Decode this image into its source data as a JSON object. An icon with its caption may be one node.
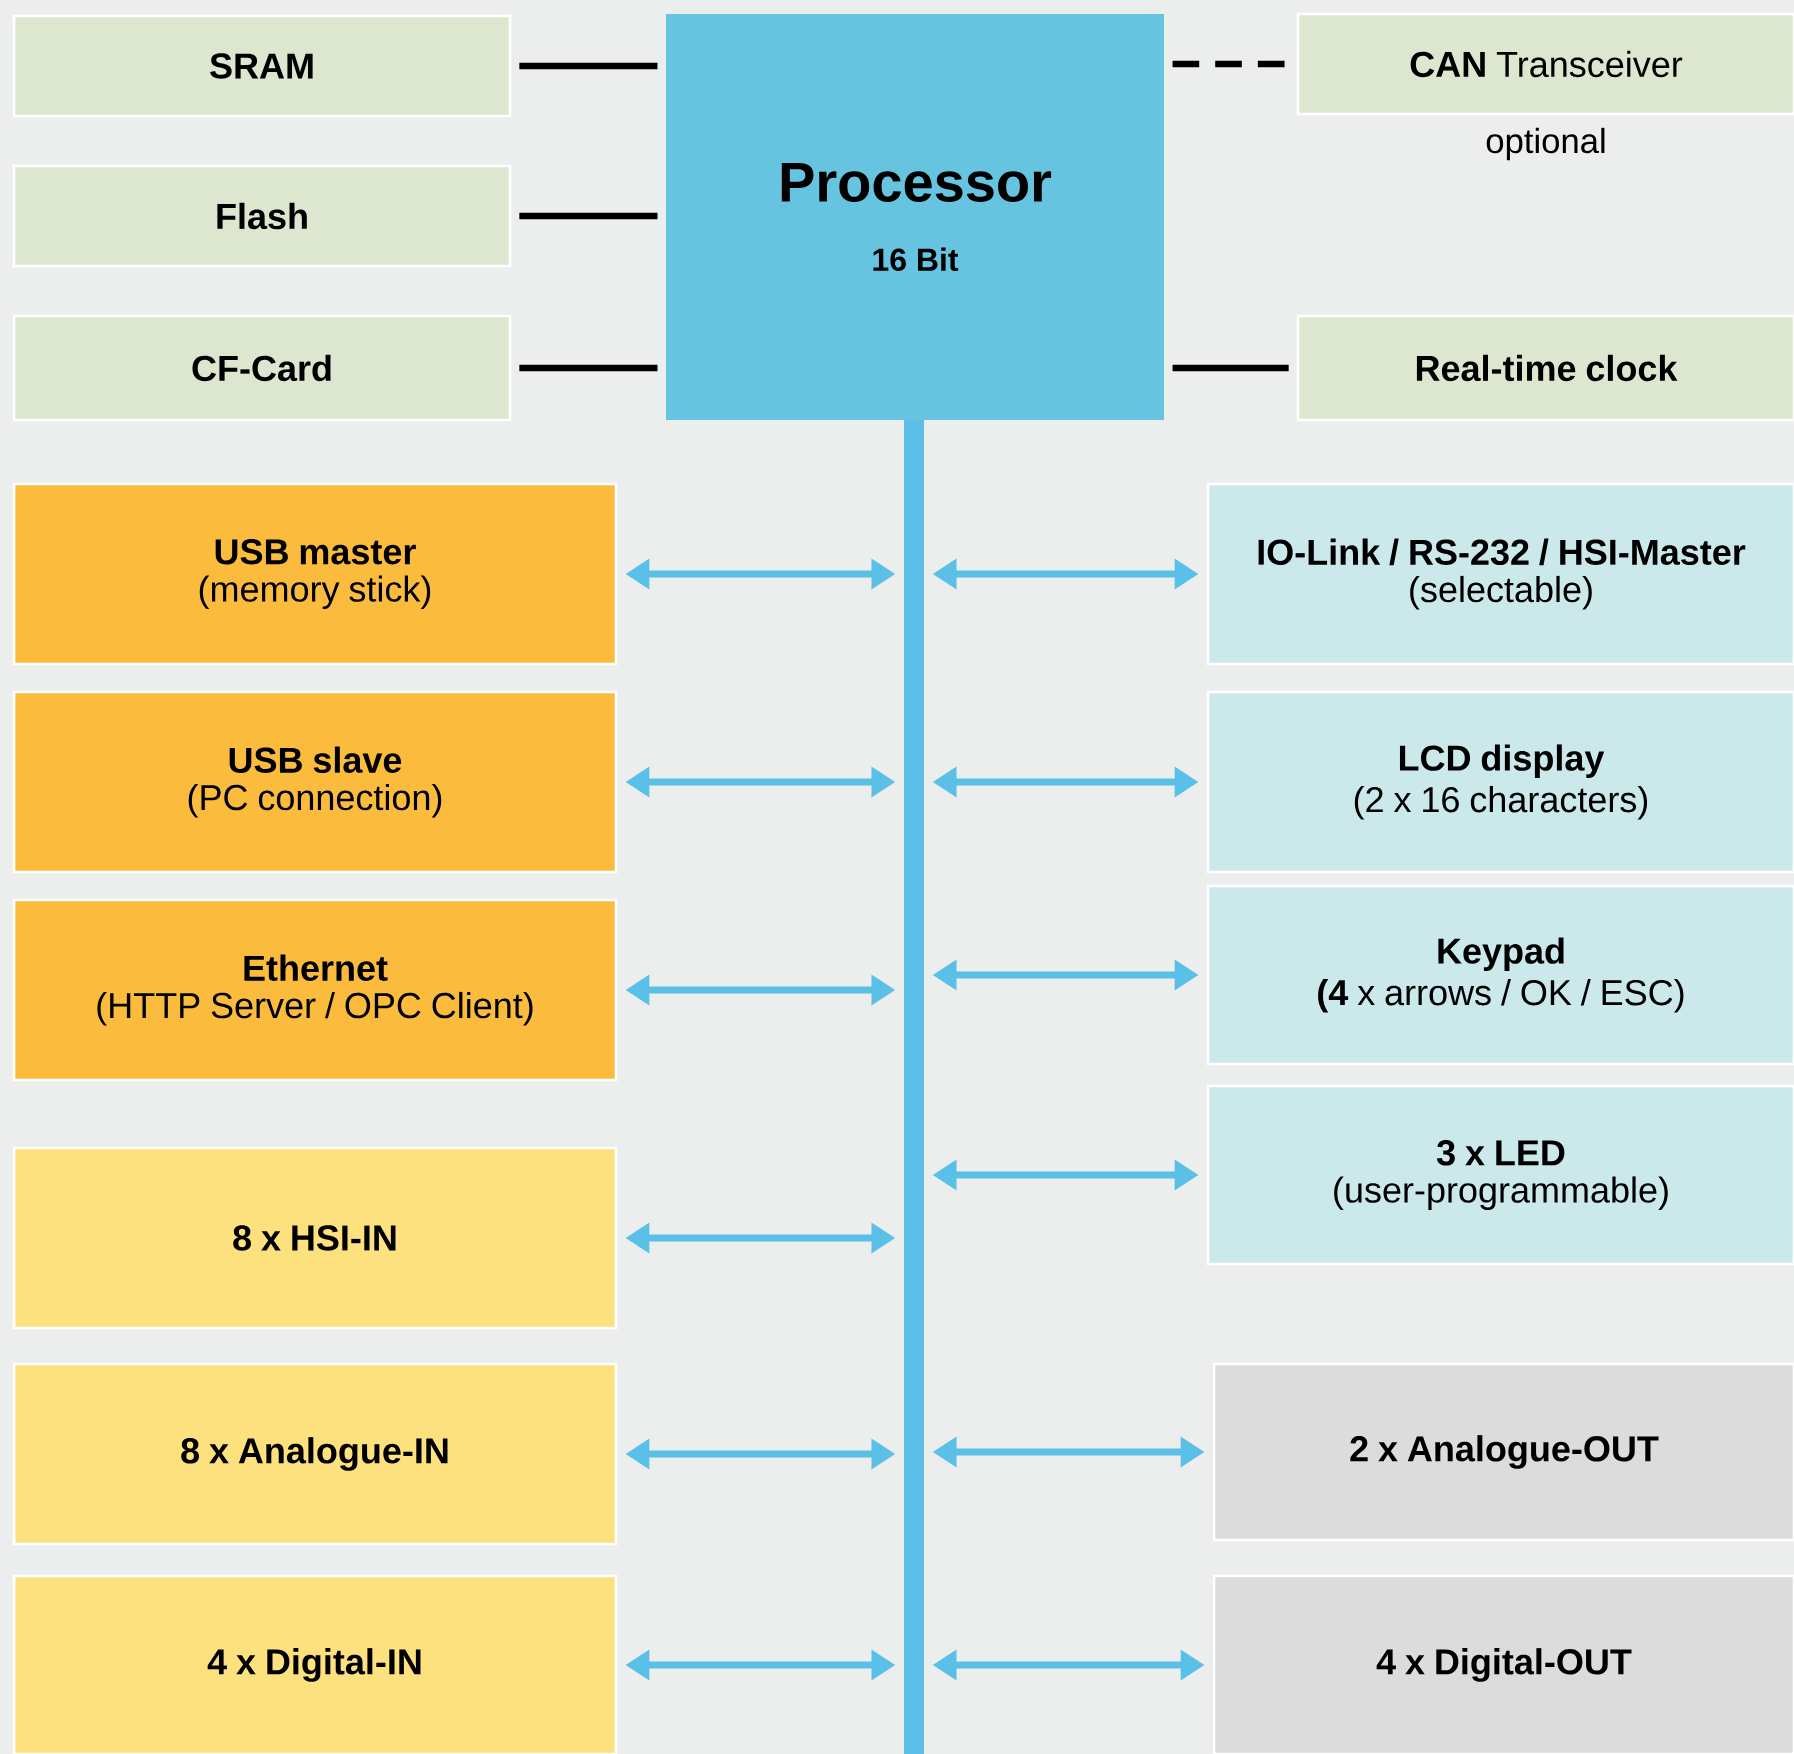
{
  "diagram": {
    "nodes": [
      {
        "text": [
          "SRAM"
        ]
      },
      {
        "text": [
          "Flash"
        ]
      },
      {
        "text": [
          "CF-Card"
        ]
      },
      {
        "text": [
          "Processor",
          "16 Bit"
        ]
      },
      {
        "text": [
          "**CAN** Transceiver"
        ],
        "beside": [
          "optional"
        ]
      },
      {
        "text": [
          "Real-time clock"
        ]
      },
      {
        "text": [],
        "shape": "bar"
      },
      {
        "text": [
          "USB master",
          "(memory stick)"
        ]
      },
      {
        "text": [
          "USB slave",
          "(PC connection)"
        ]
      },
      {
        "text": [
          "Ethernet",
          "(HTTP Server / OPC Client)"
        ]
      },
      {
        "text": [
          "8 x HSI-IN"
        ]
      },
      {
        "text": [
          "8 x Analogue-IN"
        ]
      },
      {
        "text": [
          "4 x Digital-IN"
        ]
      },
      {
        "text": [
          "IO-Link / RS-232 / HSI-Master",
          "(selectable)"
        ]
      },
      {
        "text": [
          "LCD display",
          "(2 x 16 characters)"
        ]
      },
      {
        "text": [
          "Keypad",
          "**(4** x arrows / OK / ESC)"
        ]
      },
      {
        "text": [
          "3 x LED",
          "(user-programmable)"
        ]
      },
      {
        "text": [
          "2 x Analogue-OUT"
        ]
      },
      {
        "text": [
          "4 x Digital-OUT"
        ]
      }
    ],
    "edges": [
      {
        "from": 0,
        "to": 3,
        "arrow": "none",
        "color": "#000000"
      },
      {
        "from": 1,
        "to": 3,
        "arrow": "none",
        "color": "#000000"
      },
      {
        "from": 2,
        "to": 3,
        "arrow": "none",
        "color": "#000000"
      },
      {
        "from": 3,
        "to": 4,
        "arrow": "none",
        "style": "dashed",
        "color": "#000000"
      },
      {
        "from": 3,
        "to": 5,
        "arrow": "none",
        "color": "#000000"
      },
      {
        "from": 6,
        "to": 7,
        "arrow": "both",
        "color": "#5bc0e8"
      },
      {
        "from": 6,
        "to": 8,
        "arrow": "both",
        "color": "#5bc0e8"
      },
      {
        "from": 6,
        "to": 9,
        "arrow": "both",
        "color": "#5bc0e8"
      },
      {
        "from": 6,
        "to": 10,
        "arrow": "both",
        "color": "#5bc0e8"
      },
      {
        "from": 6,
        "to": 11,
        "arrow": "both",
        "color": "#5bc0e8"
      },
      {
        "from": 6,
        "to": 12,
        "arrow": "both",
        "color": "#5bc0e8"
      },
      {
        "from": 6,
        "to": 13,
        "arrow": "both",
        "color": "#5bc0e8"
      },
      {
        "from": 6,
        "to": 14,
        "arrow": "both",
        "color": "#5bc0e8"
      },
      {
        "from": 6,
        "to": 15,
        "arrow": "both",
        "color": "#5bc0e8"
      },
      {
        "from": 6,
        "to": 16,
        "arrow": "both",
        "color": "#5bc0e8"
      },
      {
        "from": 6,
        "to": 17,
        "arrow": "both",
        "color": "#5bc0e8"
      },
      {
        "from": 6,
        "to": 18,
        "arrow": "both",
        "color": "#5bc0e8"
      }
    ]
  }
}
